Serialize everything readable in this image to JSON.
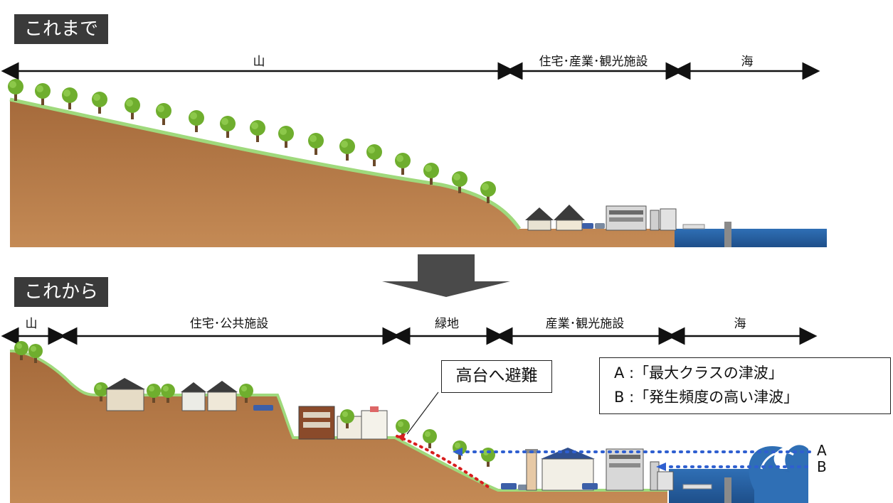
{
  "before": {
    "tag": "これまで",
    "zones": [
      "山",
      "住宅･産業･観光施設",
      "海"
    ]
  },
  "after": {
    "tag": "これから",
    "zones": [
      "山",
      "住宅･公共施設",
      "緑地",
      "産業･観光施設",
      "海"
    ]
  },
  "evacuation_label": "高台へ避難",
  "legend": {
    "a": "A :「最大クラスの津波」",
    "b": "B :「発生頻度の高い津波」"
  },
  "markers": {
    "a": "A",
    "b": "B"
  },
  "colors": {
    "soil": "#a0663a",
    "grass": "#8fcf6a",
    "sea": "#2e66a6",
    "arrow": "#4a4a4a",
    "wave_line_a": "#2f5fd0",
    "wave_line_b": "#2f5fd0",
    "evac_line": "#d81e1e"
  }
}
